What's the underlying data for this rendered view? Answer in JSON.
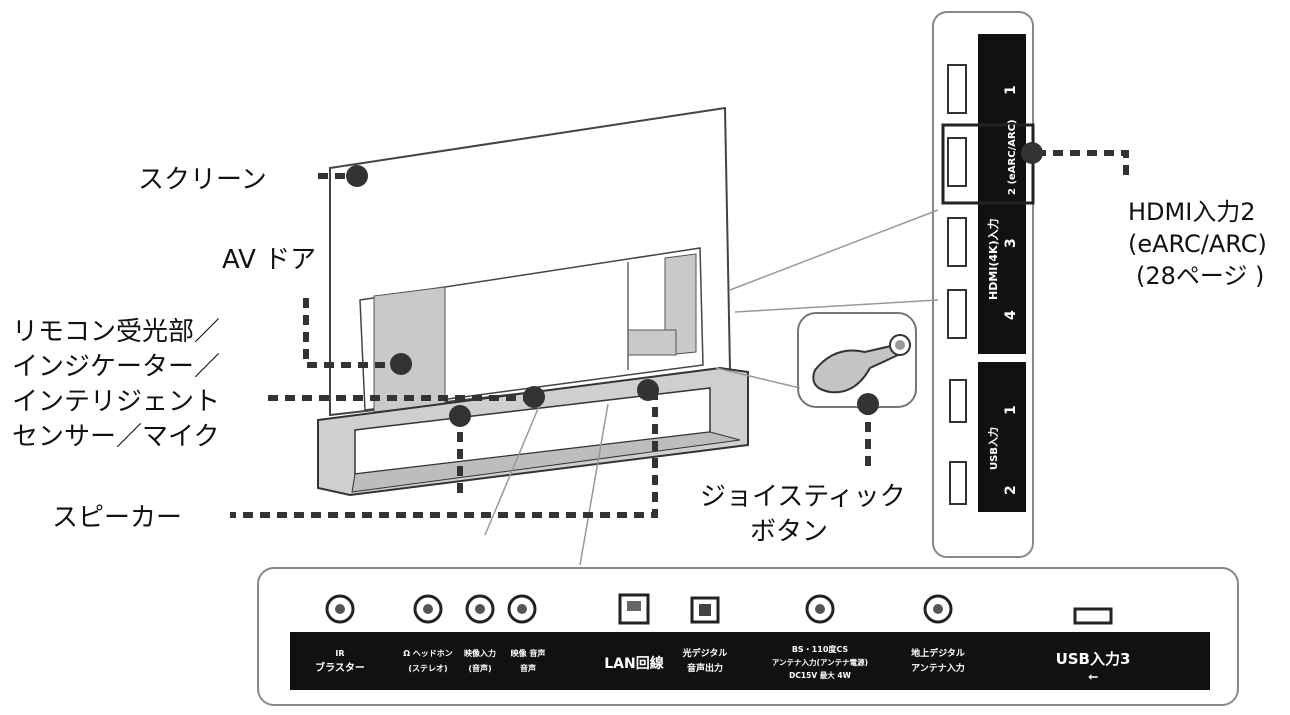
{
  "callouts": {
    "screen": "スクリーン",
    "av_door": "AV ドア",
    "sensor": [
      "リモコン受光部／",
      "インジケーター／",
      "インテリジェント",
      "センサー／マイク"
    ],
    "speaker": "スピーカー",
    "joystick": [
      "ジョイスティック",
      "ボタン"
    ],
    "hdmi2": [
      "HDMI入力2",
      "(eARC/ARC)",
      "(28ページ )"
    ]
  },
  "side_panel": {
    "hdmi_group": "HDMI(4K)入力",
    "hdmi_ports": [
      "1",
      "2 (eARC/ARC)",
      "3",
      "4"
    ],
    "usb_group": "USB入力",
    "usb_ports": [
      "1",
      "2"
    ]
  },
  "bottom_panel": {
    "ports": [
      {
        "line1": "IR",
        "line2": "ブラスター"
      },
      {
        "line1": "Ω ヘッドホン",
        "line2": "(ステレオ)"
      },
      {
        "line1": "映像入力",
        "line2": "(音声)"
      },
      {
        "line1": "映像 音声",
        "line2": "音声"
      },
      {
        "line1": "LAN回線",
        "line2": ""
      },
      {
        "line1": "光デジタル",
        "line2": "音声出力"
      },
      {
        "line1": "BS・110度CS",
        "line2": "アンテナ入力(アンテナ電源)",
        "line3": "DC15V 最大 4W"
      },
      {
        "line1": "地上デジタル",
        "line2": "アンテナ入力"
      },
      {
        "line1": "USB入力3",
        "line2": ""
      }
    ]
  }
}
